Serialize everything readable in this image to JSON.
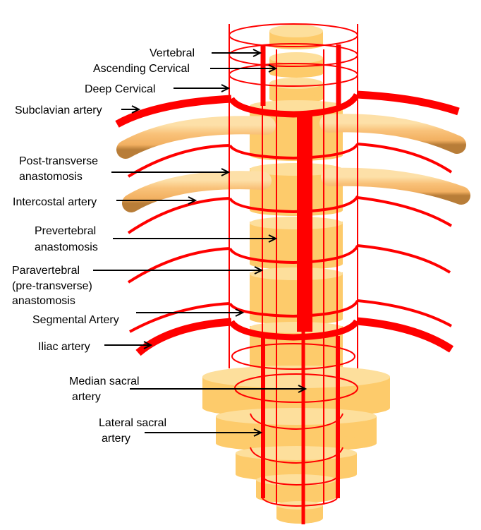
{
  "title": "Arterial supply of the vertebral column",
  "colors": {
    "artery": "#ff0000",
    "vertebra_top": "#fddf9c",
    "vertebra_side": "#fdcb6b",
    "rib": "#f8be70",
    "rib_shadow": "#c98a3c",
    "label": "#000000",
    "background": "#ffffff"
  },
  "labels": [
    {
      "id": "vertebral",
      "lines": [
        "Vertebral"
      ]
    },
    {
      "id": "ascending-cervical",
      "lines": [
        "Ascending Cervical"
      ]
    },
    {
      "id": "deep-cervical",
      "lines": [
        "Deep Cervical"
      ]
    },
    {
      "id": "subclavian-artery",
      "lines": [
        "Subclavian artery"
      ]
    },
    {
      "id": "post-transverse-anastomosis",
      "lines": [
        "Post-transverse",
        "anastomosis"
      ]
    },
    {
      "id": "intercostal-artery",
      "lines": [
        "Intercostal artery"
      ]
    },
    {
      "id": "prevertebral-anastomosis",
      "lines": [
        "Prevertebral",
        "anastomosis"
      ]
    },
    {
      "id": "paravertebral-anastomosis",
      "lines": [
        "Paravertebral",
        "(pre-transverse)",
        "anastomosis"
      ]
    },
    {
      "id": "segmental-artery",
      "lines": [
        "Segmental Artery"
      ]
    },
    {
      "id": "iliac-artery",
      "lines": [
        "Iliac artery"
      ]
    },
    {
      "id": "median-sacral-artery",
      "lines": [
        "Median sacral",
        "artery"
      ]
    },
    {
      "id": "lateral-sacral-artery",
      "lines": [
        "Lateral sacral",
        "artery"
      ]
    }
  ]
}
